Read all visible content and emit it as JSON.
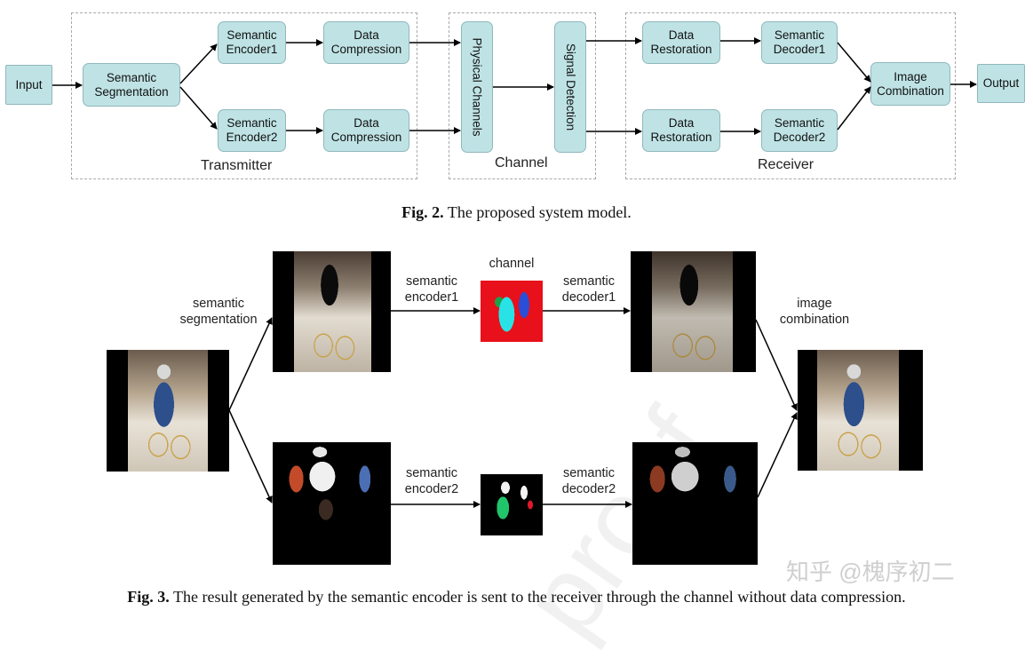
{
  "fig2": {
    "groups": {
      "transmitter": "Transmitter",
      "channel": "Channel",
      "receiver": "Receiver"
    },
    "boxes": {
      "input": "Input",
      "semantic_segmentation": "Semantic\nSegmentation",
      "semantic_encoder1": "Semantic\nEncoder1",
      "semantic_encoder2": "Semantic\nEncoder2",
      "data_compression1": "Data\nCompression",
      "data_compression2": "Data\nCompression",
      "physical_channels": "Physical Channels",
      "signal_detection": "Signal Detection",
      "data_restoration1": "Data\nRestoration",
      "data_restoration2": "Data\nRestoration",
      "semantic_decoder1": "Semantic\nDecoder1",
      "semantic_decoder2": "Semantic\nDecoder2",
      "image_combination": "Image\nCombination",
      "output": "Output"
    },
    "caption_label": "Fig. 2.",
    "caption_text": " The proposed system model."
  },
  "fig3": {
    "labels": {
      "semantic_segmentation": "semantic\nsegmentation",
      "semantic_encoder1": "semantic\nencoder1",
      "semantic_encoder2": "semantic\nencoder2",
      "channel": "channel",
      "semantic_decoder1": "semantic\ndecoder1",
      "semantic_decoder2": "semantic\ndecoder2",
      "image_combination": "image\ncombination"
    },
    "caption_label": "Fig. 3.",
    "caption_text": " The result generated by the semantic encoder is sent to the receiver through the channel without data compression."
  },
  "watermark": {
    "text": "知乎 @槐序初二",
    "proof": "proof"
  },
  "colors": {
    "box_fill": "#bfe3e5",
    "box_border": "#8fb8bc",
    "group_border": "#a9a9a9",
    "arrow": "#000000"
  }
}
